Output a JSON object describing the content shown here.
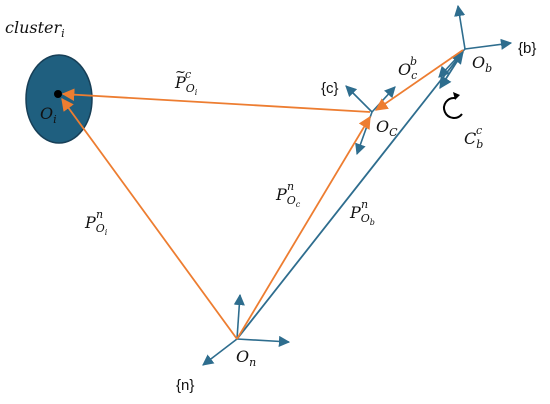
{
  "colors": {
    "orange": "#ED7D31",
    "blue": "#2E6D8E",
    "cluster_fill": "#1F5F7F",
    "cluster_stroke": "#173F57",
    "text": "#111111"
  },
  "cluster": {
    "label_main": "cluster",
    "label_sub": "i",
    "center_main": "O",
    "center_sub": "i"
  },
  "frames": {
    "n": {
      "label": "{n}",
      "origin_main": "O",
      "origin_sub": "n"
    },
    "c": {
      "label": "{c}",
      "origin_main": "O",
      "origin_sub": "C"
    },
    "b": {
      "label": "{b}",
      "origin_main": "O",
      "origin_sub": "b"
    }
  },
  "vectors": {
    "p_oi_n": {
      "main": "P",
      "sup": "n",
      "sub": "O",
      "subsub": "i"
    },
    "p_oc_n": {
      "main": "P",
      "sup": "n",
      "sub": "O",
      "subsub": "c"
    },
    "p_ob_n": {
      "main": "P",
      "sup": "n",
      "sub": "O",
      "subsub": "b"
    },
    "p_oi_c": {
      "main": "P",
      "accent": "~",
      "sup": "c",
      "sub": "O",
      "subsub": "i"
    },
    "o_c_b": {
      "main": "O",
      "sup": "b",
      "sub": "c"
    }
  },
  "rotation": {
    "main": "C",
    "sup": "c",
    "sub": "b"
  }
}
